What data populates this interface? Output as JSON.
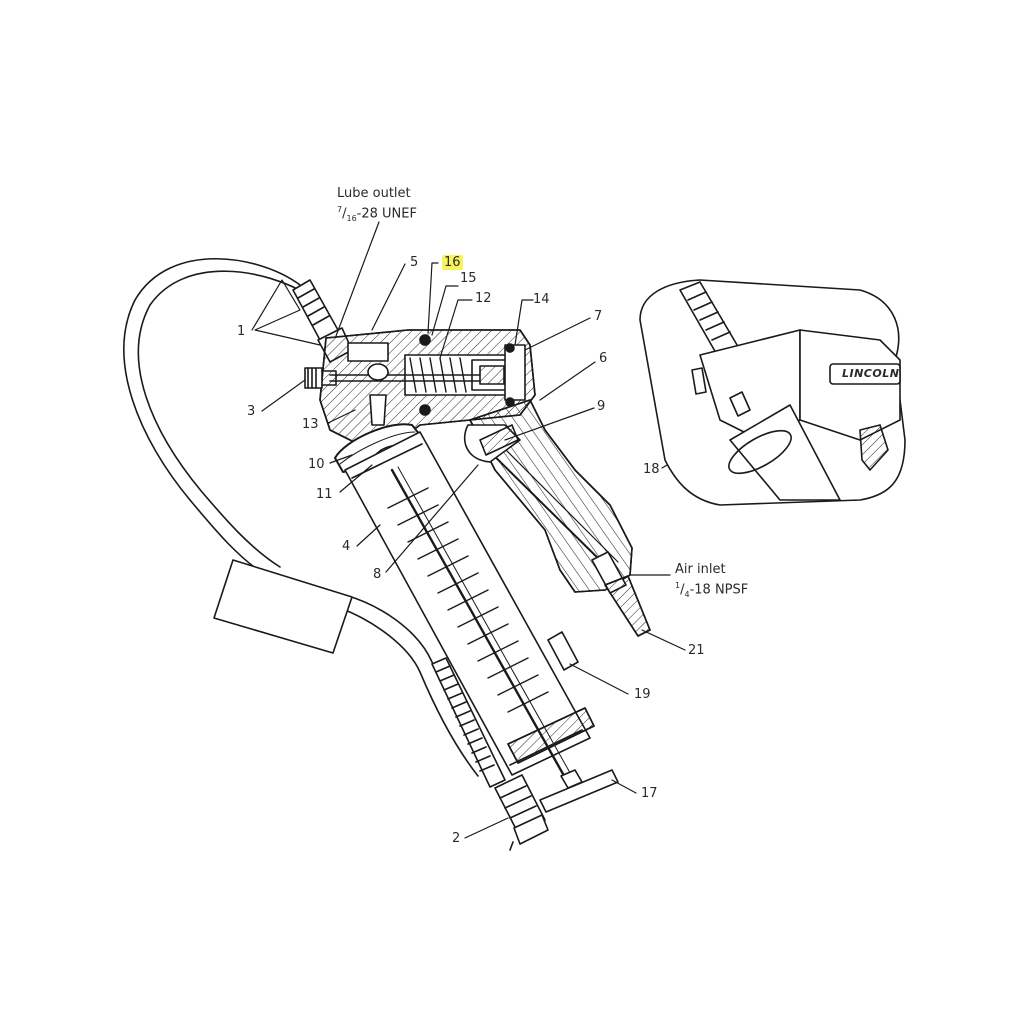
{
  "colors": {
    "line": "#1a1a1a",
    "highlight": "#f7f35a",
    "background": "#ffffff"
  },
  "annotations": {
    "lube_outlet_title": "Lube outlet",
    "lube_outlet_num": "7",
    "lube_outlet_den": "16",
    "lube_outlet_spec": "-28 UNEF",
    "air_inlet_title": "Air inlet",
    "air_inlet_num": "1",
    "air_inlet_den": "4",
    "air_inlet_spec": "-18 NPSF",
    "inset_brand": "LINCOLN"
  },
  "callouts": [
    {
      "label": "1"
    },
    {
      "label": "2"
    },
    {
      "label": "3"
    },
    {
      "label": "4"
    },
    {
      "label": "5"
    },
    {
      "label": "6"
    },
    {
      "label": "7"
    },
    {
      "label": "8"
    },
    {
      "label": "9"
    },
    {
      "label": "10"
    },
    {
      "label": "11"
    },
    {
      "label": "12"
    },
    {
      "label": "13"
    },
    {
      "label": "14"
    },
    {
      "label": "15"
    },
    {
      "label": "16",
      "highlighted": true
    },
    {
      "label": "17"
    },
    {
      "label": "18"
    },
    {
      "label": "19"
    },
    {
      "label": "21"
    }
  ]
}
